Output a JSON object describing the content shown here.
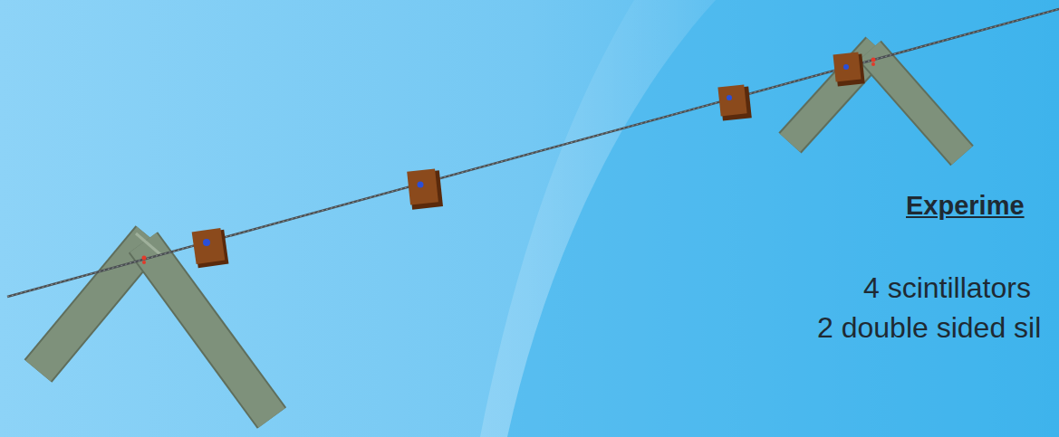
{
  "diagram": {
    "title": "Experime",
    "labels": [
      "4 scintillators",
      "2 double sided sil"
    ]
  }
}
